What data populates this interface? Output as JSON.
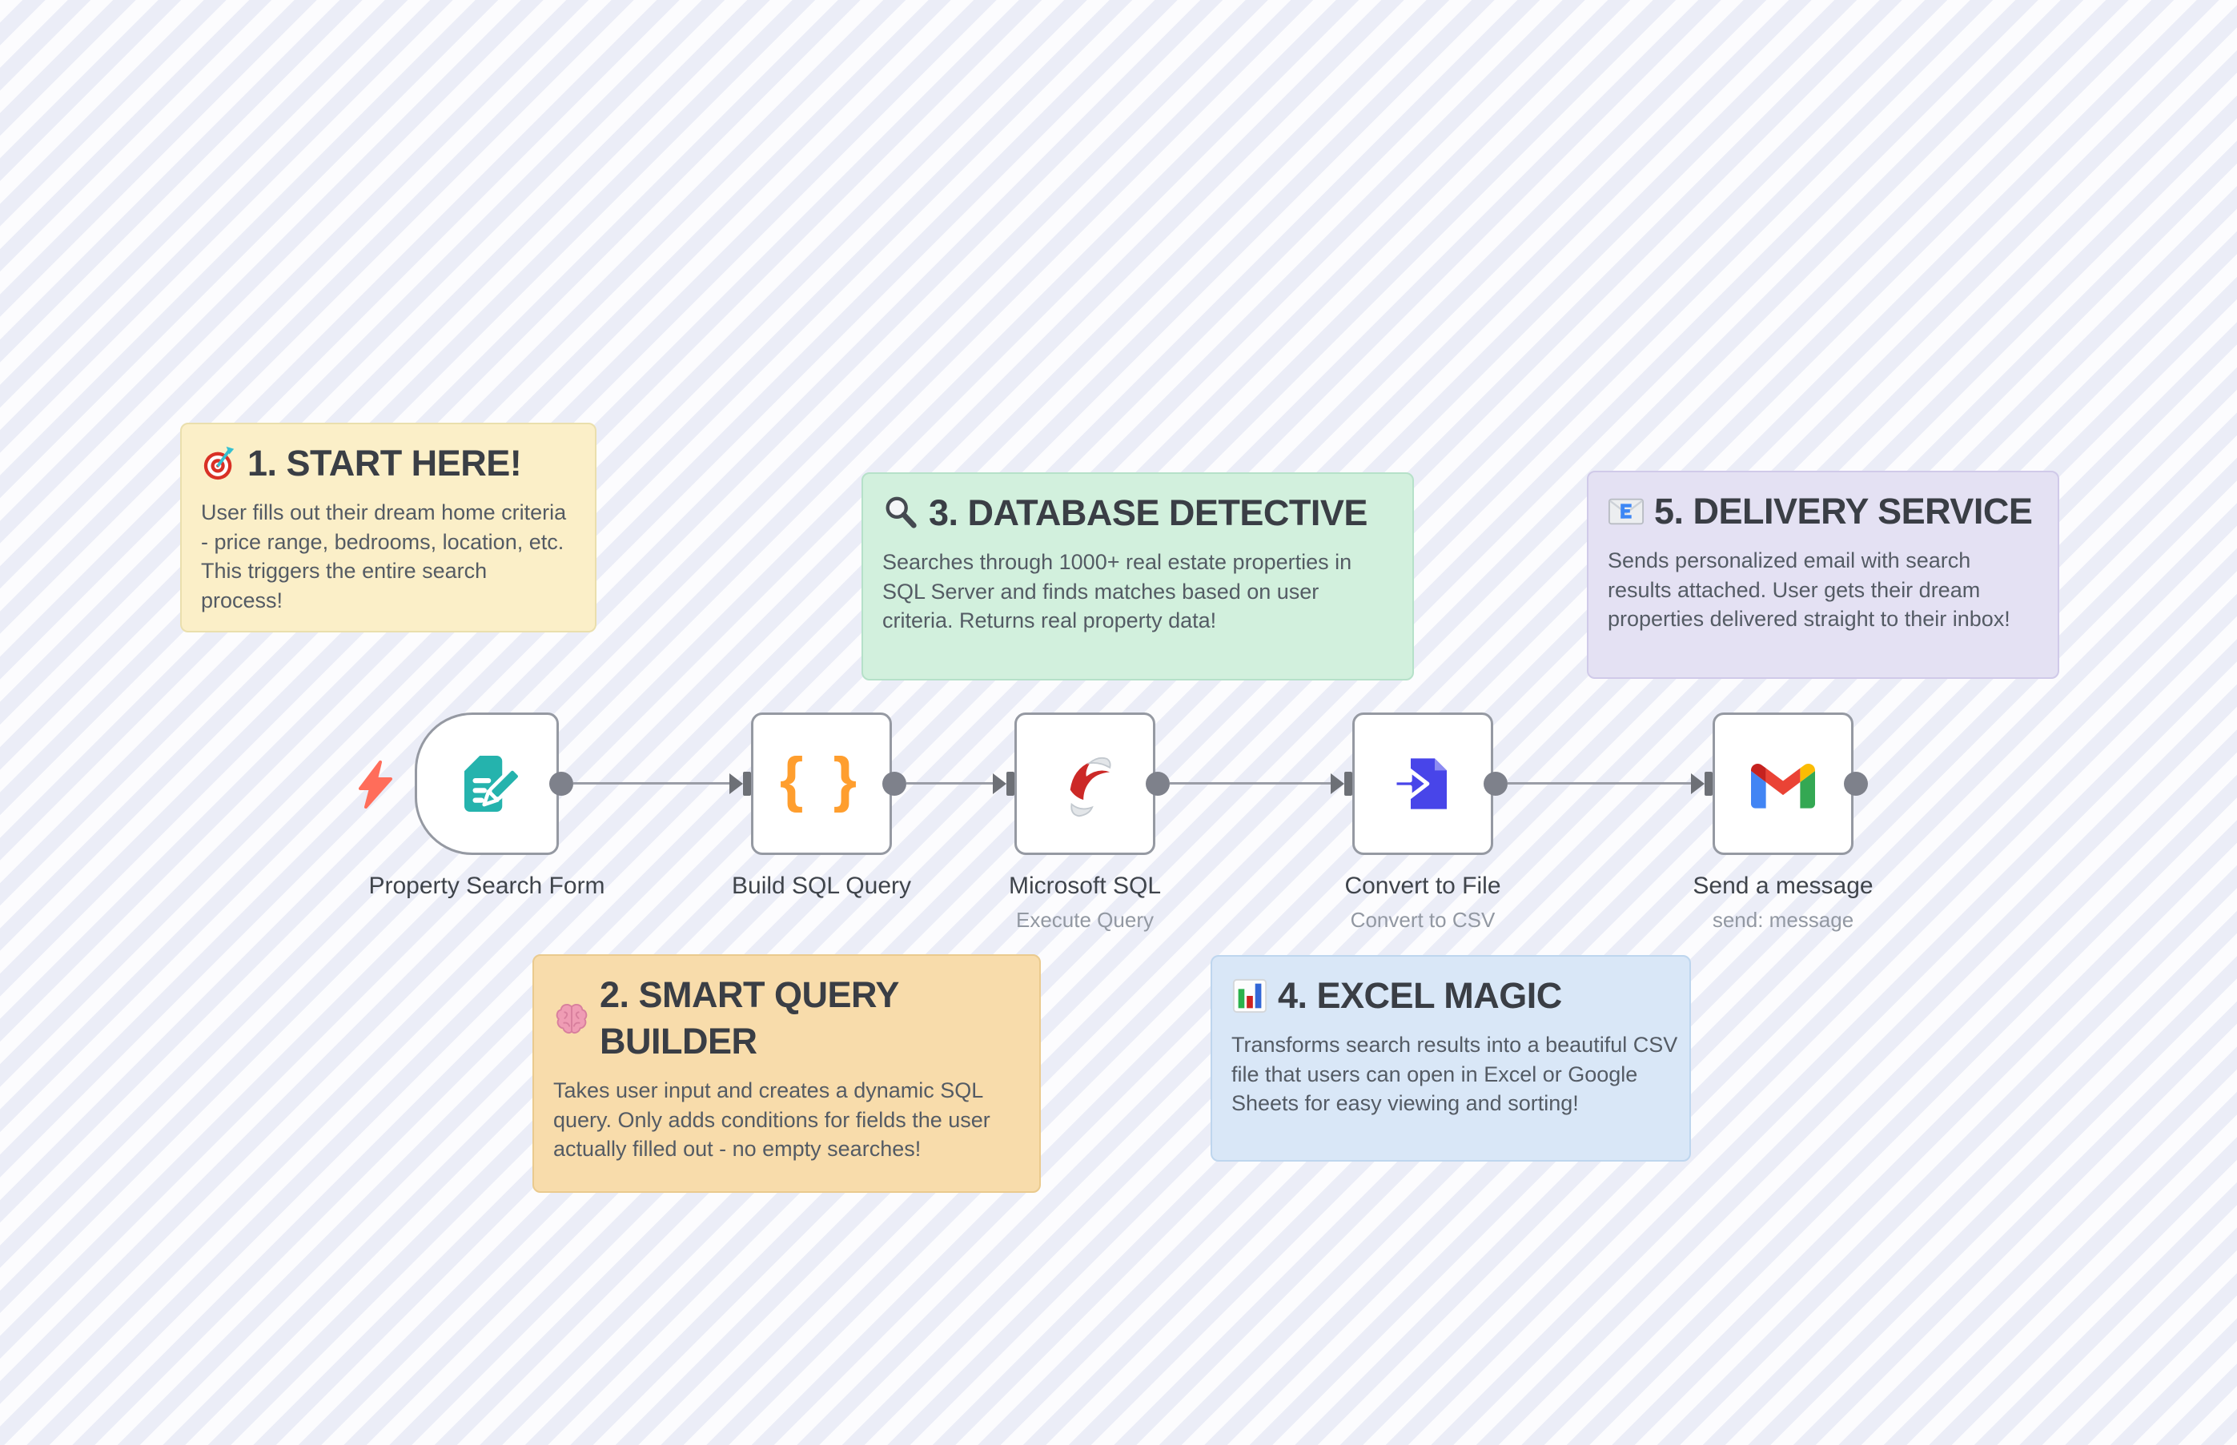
{
  "canvas": {
    "type": "workflow-editor-canvas",
    "background_stripe_light": "#fcfcfe",
    "background_stripe_dark": "#ebedf7"
  },
  "notes": [
    {
      "id": "start-here",
      "icon": "target-icon",
      "title": "1. START HERE!",
      "body": "User fills out their dream home criteria - price range, bedrooms, location, etc. This triggers the entire search process!",
      "bg_color": "#fbefc8"
    },
    {
      "id": "smart-query-builder",
      "icon": "brain-icon",
      "title": "2. SMART QUERY BUILDER",
      "body": "Takes user input and creates a dynamic SQL query. Only adds conditions for fields the user actually filled out - no empty searches!",
      "bg_color": "#f8dcab"
    },
    {
      "id": "database-detective",
      "icon": "magnifier-icon",
      "title": "3. DATABASE DETECTIVE",
      "body": "Searches through 1000+ real estate properties in SQL Server and finds matches based on user criteria. Returns real property data!",
      "bg_color": "#d2f0dd"
    },
    {
      "id": "excel-magic",
      "icon": "bar-chart-icon",
      "title": "4. EXCEL MAGIC",
      "body": "Transforms search results into a beautiful CSV file that users can open in Excel or Google Sheets for easy viewing and sorting!",
      "bg_color": "#d9e7f7"
    },
    {
      "id": "delivery-service",
      "icon": "email-icon",
      "title": "5. DELIVERY SERVICE",
      "body": "Sends personalized email with search results attached. User gets their dream properties delivered straight to their inbox!",
      "bg_color": "#e4e1f3"
    }
  ],
  "nodes": [
    {
      "name": "Property Search Form",
      "icon": "form-trigger-icon",
      "icon_color": "#25b3ad",
      "is_trigger": true
    },
    {
      "name": "Build SQL Query",
      "icon": "code-braces-icon",
      "icon_glyph": "{ }",
      "icon_color": "#ff9e2e"
    },
    {
      "name": "Microsoft SQL",
      "subtitle": "Execute Query",
      "icon": "mssql-icon",
      "icon_color": "#cc2927"
    },
    {
      "name": "Convert to File",
      "subtitle": "Convert to CSV",
      "icon": "file-convert-icon",
      "icon_color": "#4845e9"
    },
    {
      "name": "Send a message",
      "subtitle": "send: message",
      "icon": "gmail-icon",
      "icon_color": "#ea4335"
    }
  ],
  "connector": {
    "line_color": "#9a9da6",
    "port_color": "#7e818b",
    "arrow_color": "#6d7076",
    "trigger_bolt_color": "#ff6d5a"
  }
}
